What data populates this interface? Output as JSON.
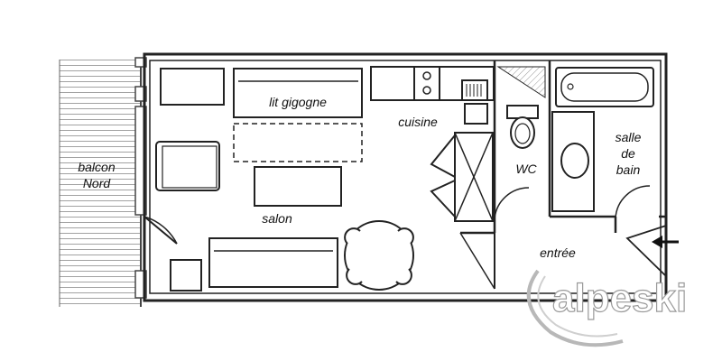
{
  "labels": {
    "lit_gigogne": "lit gigogne",
    "cuisine": "cuisine",
    "wc": "WC",
    "salle": "salle",
    "de": "de",
    "bain": "bain",
    "balcon": "balcon",
    "nord": "Nord",
    "salon": "salon",
    "entree": "entrée"
  },
  "watermark": "alpeski",
  "colors": {
    "line": "#222222",
    "hatch": "#8a8a8a",
    "watermark_stroke": "#9a9a9a"
  },
  "icons": {
    "entry_arrow": "arrow-left-icon"
  }
}
